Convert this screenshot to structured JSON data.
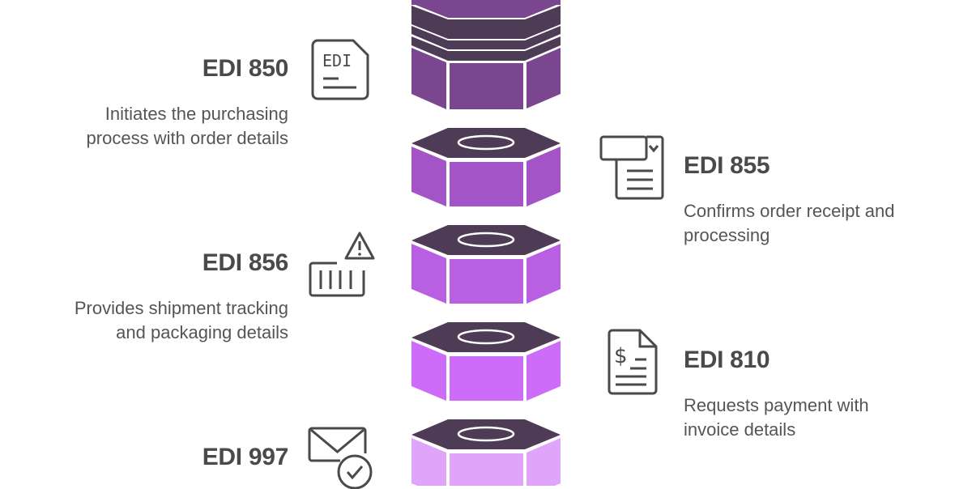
{
  "diagram": {
    "type": "stacked-nuts-infographic",
    "colors": {
      "top_face": "#4e3b56",
      "text_title": "#4a4a4a",
      "text_desc": "#555555",
      "icon_stroke": "#4a4a4a"
    },
    "steps": [
      {
        "id": "edi-850",
        "title": "EDI 850",
        "description_lines": [
          "Initiates the purchasing",
          "process with order details"
        ],
        "side": "left",
        "icon": "edi-document-icon",
        "nut_color": "#7a4690"
      },
      {
        "id": "edi-855",
        "title": "EDI 855",
        "description_lines": [
          "Confirms order receipt and",
          "processing"
        ],
        "side": "right",
        "icon": "order-confirmation-icon",
        "nut_color": "#a355c8"
      },
      {
        "id": "edi-856",
        "title": "EDI 856",
        "description_lines": [
          "Provides shipment tracking",
          "and packaging details"
        ],
        "side": "left",
        "icon": "shipping-container-warning-icon",
        "nut_color": "#b95fe2"
      },
      {
        "id": "edi-810",
        "title": "EDI 810",
        "description_lines": [
          "Requests payment with",
          "invoice details"
        ],
        "side": "right",
        "icon": "invoice-icon",
        "nut_color": "#cc6cf9"
      },
      {
        "id": "edi-997",
        "title": "EDI 997",
        "description_lines": [],
        "side": "left",
        "icon": "mail-check-icon",
        "nut_color": "#e0a4fb"
      }
    ]
  }
}
